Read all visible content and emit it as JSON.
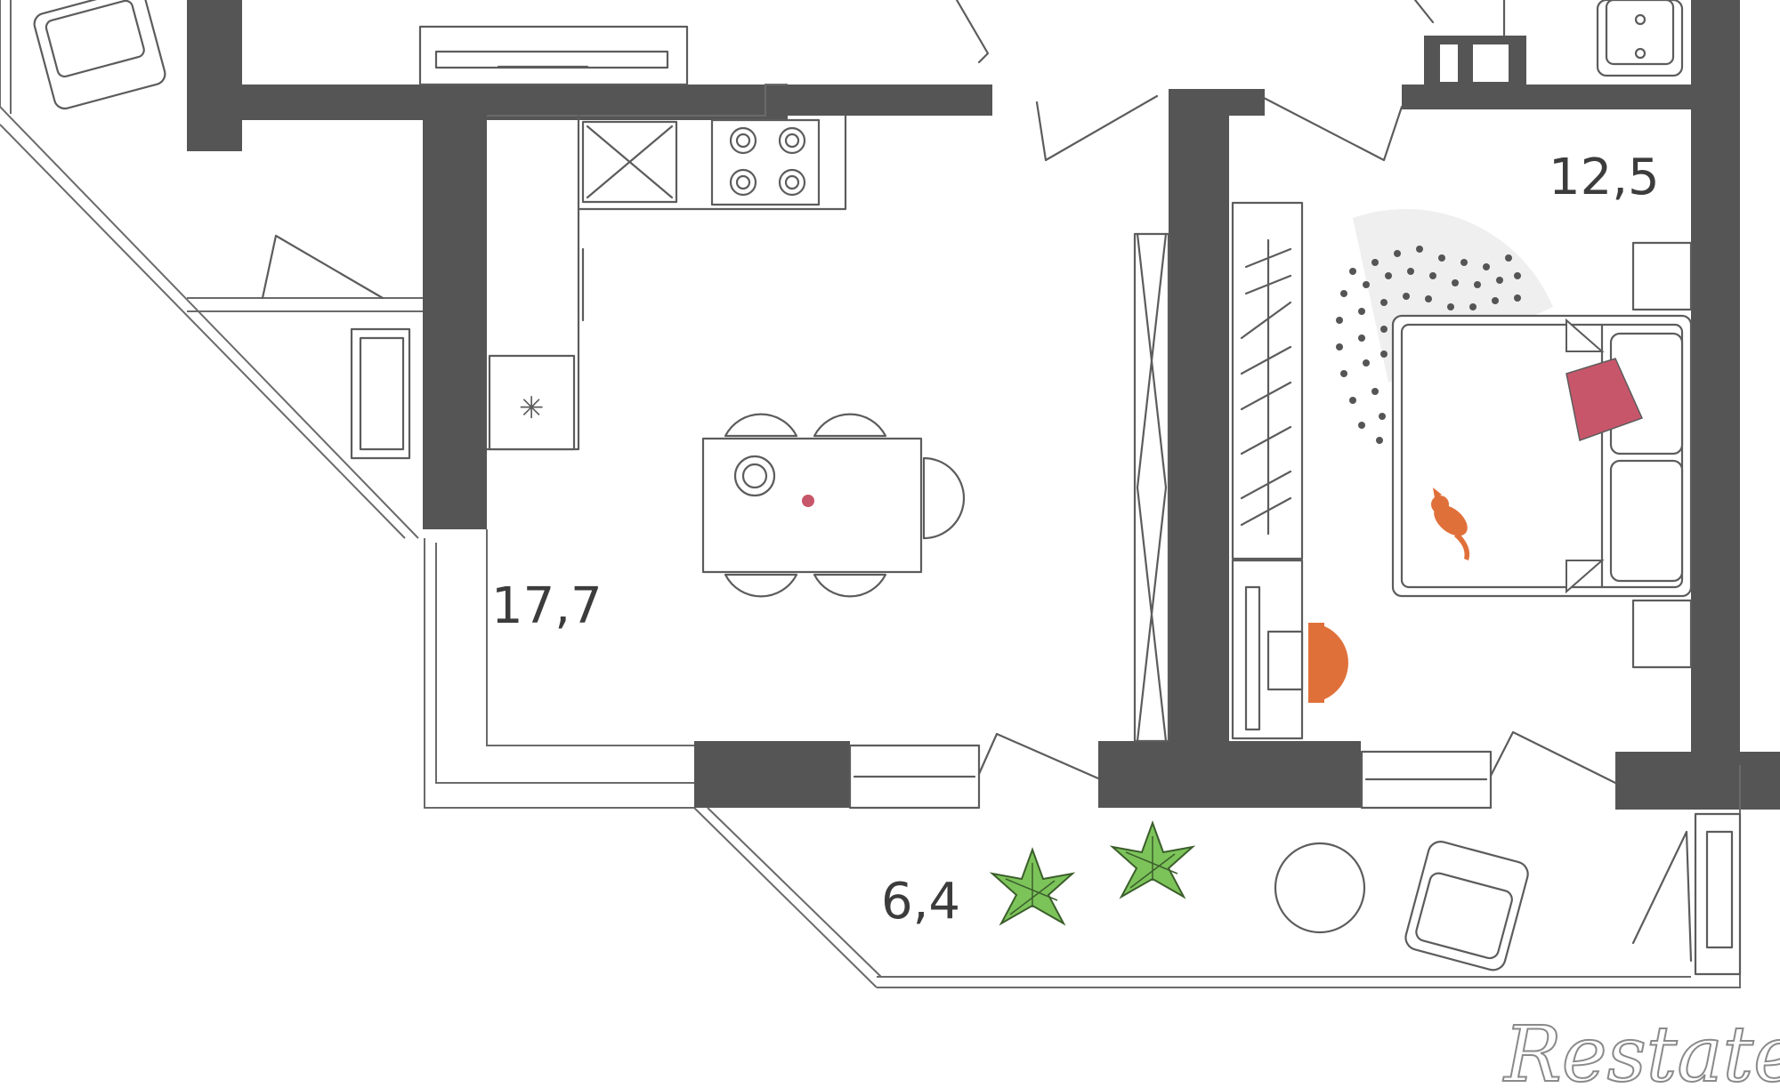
{
  "rooms": {
    "kitchen_living": {
      "area": "17,7"
    },
    "bedroom": {
      "area": "12,5"
    },
    "balcony": {
      "area": "6,4"
    }
  },
  "watermark": {
    "text": "Restate"
  },
  "colors": {
    "wall": "#555555",
    "line": "#5c5c5c",
    "accent_orange": "#e0703a",
    "accent_pink": "#c8566a",
    "plant_green": "#7cc45a",
    "rug_dots": "#555555",
    "rug_bg": "#efefef"
  }
}
